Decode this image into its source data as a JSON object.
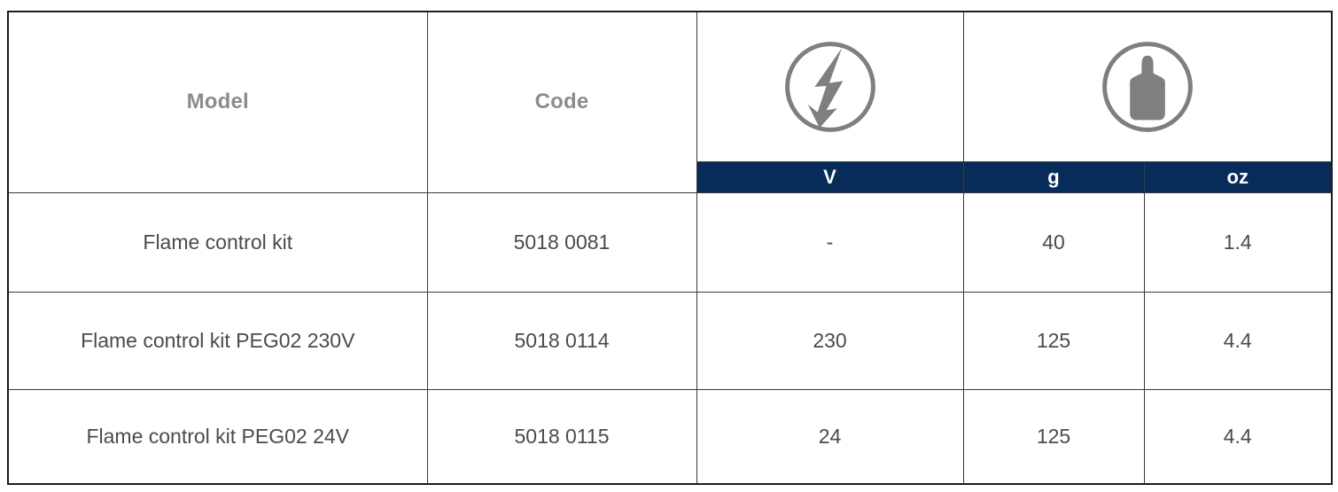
{
  "table": {
    "header": {
      "model": "Model",
      "code": "Code"
    },
    "icons": {
      "voltage": "high-voltage-icon",
      "weight": "weight-icon"
    },
    "units": {
      "volts": "V",
      "grams": "g",
      "ounces": "oz"
    },
    "rows": [
      {
        "model": "Flame control kit",
        "code": "5018 0081",
        "v": "-",
        "g": "40",
        "oz": "1.4"
      },
      {
        "model": "Flame control kit PEG02 230V",
        "code": "5018 0114",
        "v": "230",
        "g": "125",
        "oz": "4.4"
      },
      {
        "model": "Flame control kit PEG02 24V",
        "code": "5018 0115",
        "v": "24",
        "g": "125",
        "oz": "4.4"
      }
    ],
    "colors": {
      "unit_bar": "#072c5a",
      "icon_gray": "#7f7f7f",
      "header_text": "#8c8c8c",
      "cell_text": "#4b4b4b"
    }
  }
}
